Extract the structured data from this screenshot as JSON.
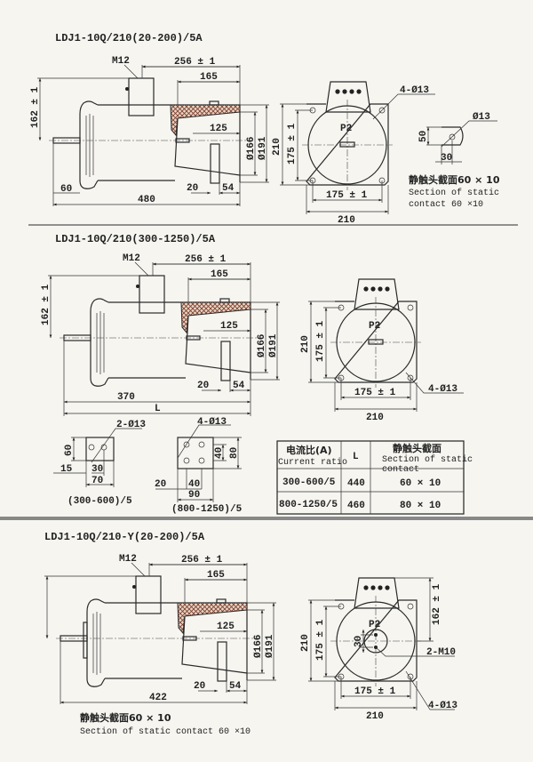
{
  "sections": [
    {
      "title": "LDJ1-10Q/210(20-200)/5A",
      "side": {
        "m12": "M12",
        "d256": "256 ± 1",
        "d165": "165",
        "d162": "162 ± 1",
        "d125": "125",
        "d166": "Ø166",
        "d191": "Ø191",
        "d60": "60",
        "d20": "20",
        "d54": "54",
        "length": "480"
      },
      "front": {
        "d210v": "210",
        "d175v": "175 ± 1",
        "d175h": "175 ± 1",
        "d210h": "210",
        "p2": "P2",
        "holes": "4-Ø13"
      },
      "contact": {
        "dia": "Ø13",
        "d50": "50",
        "d30": "30"
      },
      "note_cn": "静触头截面60 × 10",
      "note_en1": "Section of  static",
      "note_en2": "contact 60 ×10"
    },
    {
      "title": "LDJ1-10Q/210(300-1250)/5A",
      "side": {
        "m12": "M12",
        "d256": "256 ± 1",
        "d165": "165",
        "d162": "162 ± 1",
        "d125": "125",
        "d166": "Ø166",
        "d191": "Ø191",
        "d370": "370",
        "d20": "20",
        "d54": "54",
        "length": "L"
      },
      "front": {
        "d210v": "210",
        "d175v": "175 ± 1",
        "d175h": "175 ± 1",
        "d210h": "210",
        "p2": "P2",
        "holes": "4-Ø13"
      },
      "plate_a": {
        "holes": "2-Ø13",
        "d60": "60",
        "d15": "15",
        "d30": "30",
        "d70": "70",
        "caption": "(300-600)/5"
      },
      "plate_b": {
        "holes": "4-Ø13",
        "d40v": "40",
        "d80": "80",
        "d20": "20",
        "d40h": "40",
        "d90": "90",
        "caption": "(800-1250)/5"
      },
      "table": {
        "headers": {
          "ratio_cn": "电流比(A)",
          "ratio_en": "Current ratio",
          "l": "L",
          "section_cn": "静触头截面",
          "section_en1": "Section of static",
          "section_en2": "contact"
        },
        "rows": [
          {
            "ratio": "300-600/5",
            "l": "440",
            "section": "60 × 10"
          },
          {
            "ratio": "800-1250/5",
            "l": "460",
            "section": "80 × 10"
          }
        ]
      }
    },
    {
      "title": "LDJ1-10Q/210-Y(20-200)/5A",
      "side": {
        "m12": "M12",
        "d256": "256 ± 1",
        "d165": "165",
        "d125": "125",
        "d166": "Ø166",
        "d191": "Ø191",
        "d20": "20",
        "d54": "54",
        "length": "422"
      },
      "front": {
        "d210v": "210",
        "d175v": "175 ± 1",
        "d175h": "175 ± 1",
        "d210h": "210",
        "p2": "P2",
        "d162": "162 ± 1",
        "d30": "30",
        "m10": "2-M10",
        "holes": "4-Ø13"
      },
      "note_cn": "静触头截面60 × 10",
      "note_en": "Section of static contact 60 ×10"
    }
  ]
}
